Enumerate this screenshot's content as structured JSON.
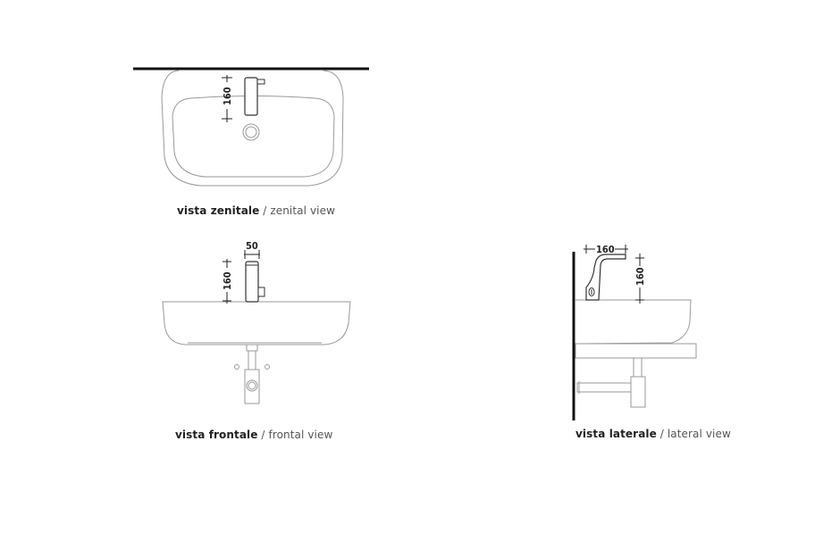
{
  "views": {
    "zenital": {
      "label_it": "vista zenitale",
      "separator": " / ",
      "label_en": "zenital view",
      "dimensions": {
        "faucet_depth": "160"
      }
    },
    "frontal": {
      "label_it": "vista frontale",
      "separator": " / ",
      "label_en": "frontal view",
      "dimensions": {
        "faucet_width": "50",
        "faucet_height": "160"
      }
    },
    "lateral": {
      "label_it": "vista laterale",
      "separator": " / ",
      "label_en": "lateral view",
      "dimensions": {
        "spout_reach": "160",
        "spout_height": "160"
      }
    }
  },
  "colors": {
    "outline": "#9a9a9a",
    "wall": "#111111",
    "dimension": "#222222",
    "background": "#ffffff"
  }
}
